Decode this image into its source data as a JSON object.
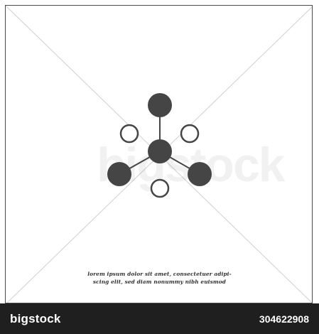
{
  "caption": {
    "line1": "lorem ipsum dolor sit amet, consectetuer adipi-",
    "line2": "scing elit, sed diam nonummy nibh euismod"
  },
  "watermark": {
    "brand": "bigstock"
  },
  "footer": {
    "brand": "bigstock",
    "image_id": "304622908"
  },
  "icon": {
    "name": "network-nodes-icon",
    "node_color": "#454545",
    "ring_color": "#454545"
  }
}
